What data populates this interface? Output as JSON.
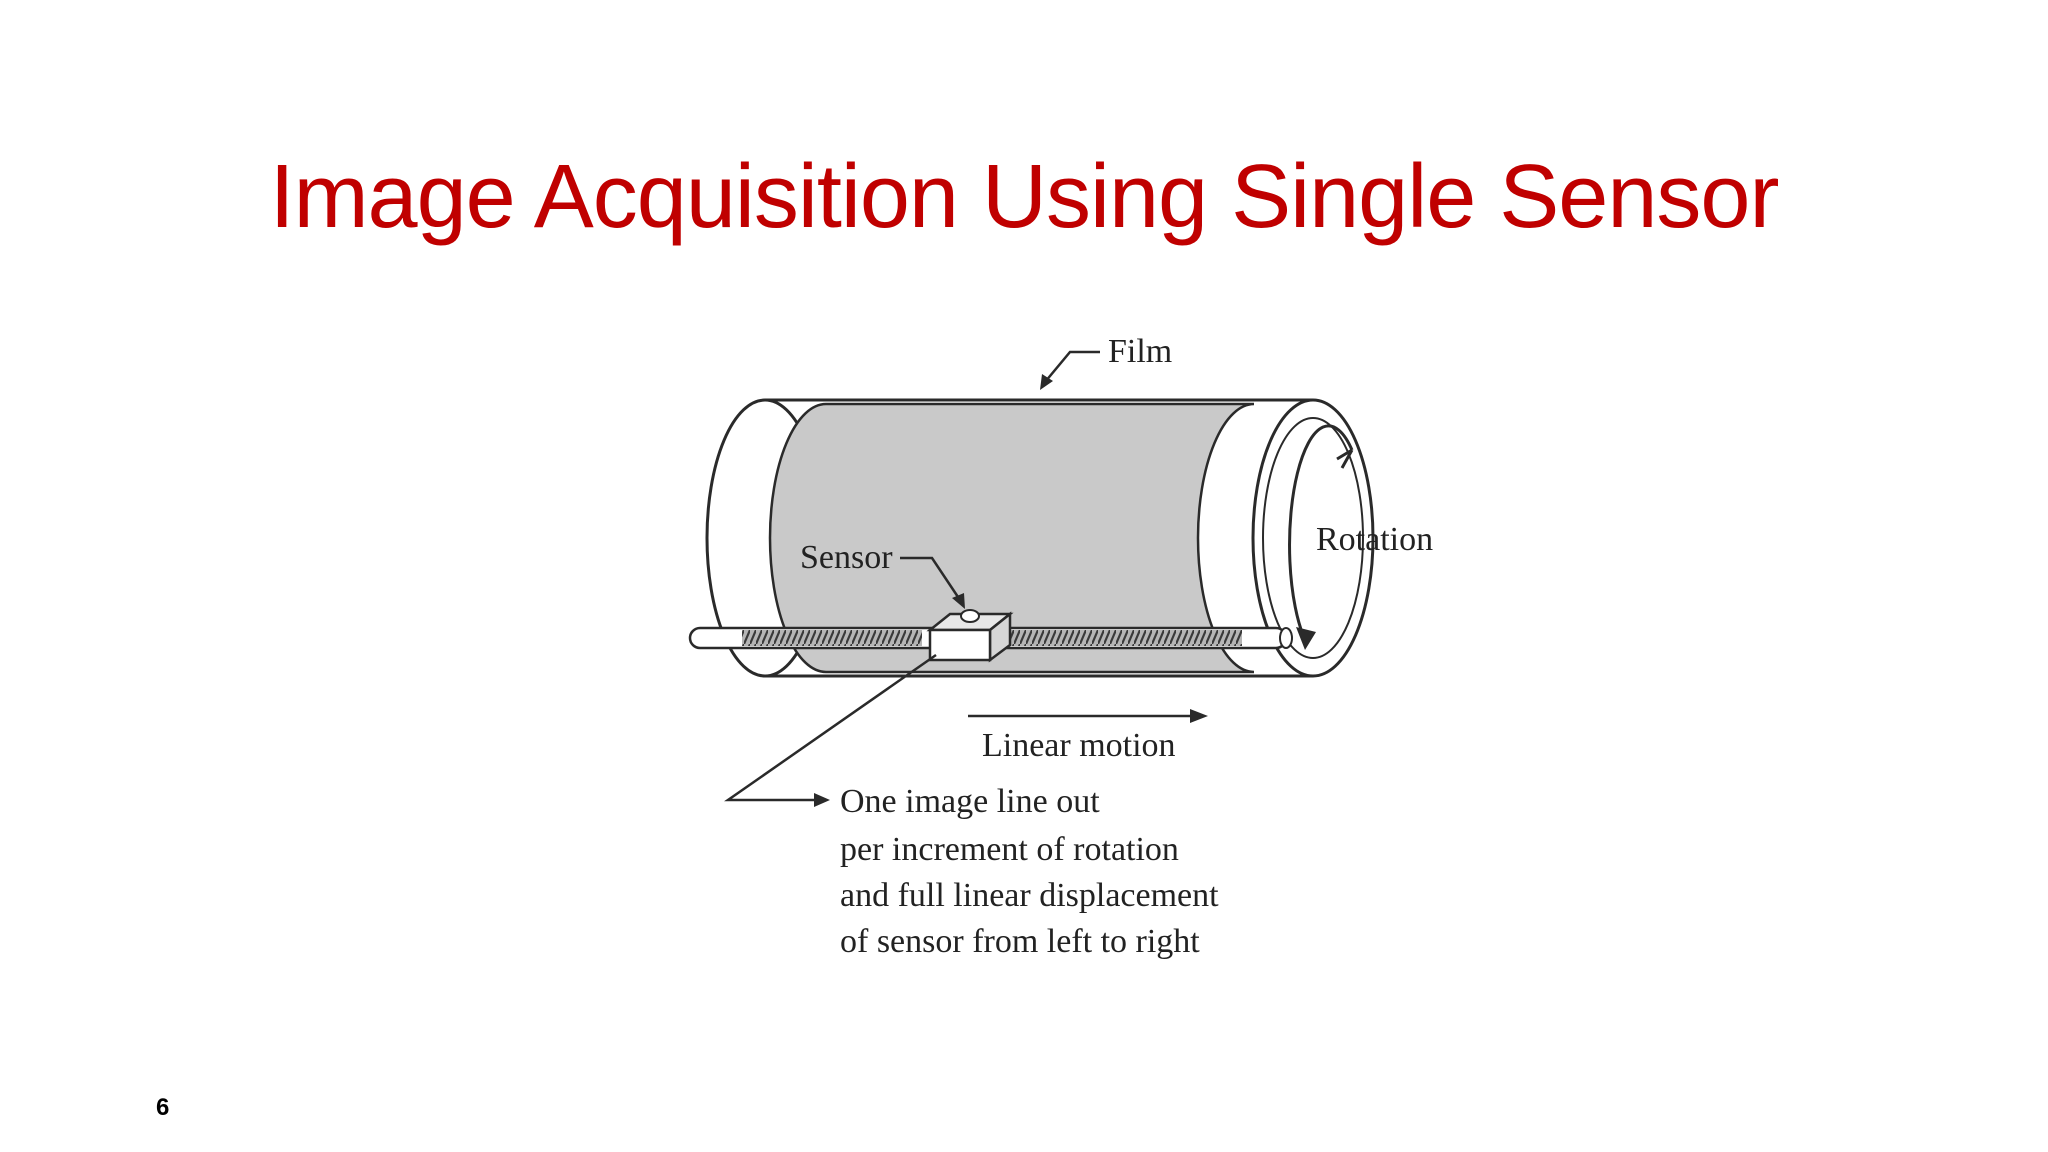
{
  "slide": {
    "title": "Image Acquisition Using Single Sensor",
    "page_number": "6"
  },
  "diagram": {
    "labels": {
      "film": "Film",
      "rotation": "Rotation",
      "sensor": "Sensor",
      "linear_motion": "Linear motion"
    },
    "caption_lines": [
      "One image line out",
      "per increment of rotation",
      "and full linear displacement",
      "of sensor from left to right"
    ],
    "colors": {
      "title": "#c00000",
      "film_fill": "#c9c9c9",
      "line": "#2a2a2a"
    }
  }
}
